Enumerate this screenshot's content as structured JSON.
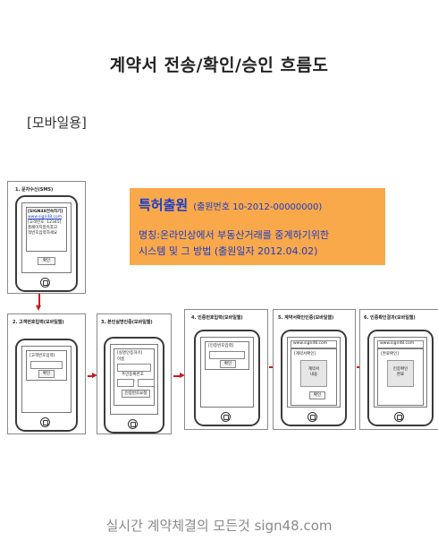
{
  "title": "계약서 전송/확인/승인 흐름도",
  "subtitle": "[모바일용]",
  "patent": {
    "label": "특허출원",
    "number": "(출원번호 10-2012-00000000)",
    "line1": "명칭:온라인상에서 부동산거래를 중계하기위한",
    "line2": "시스템 및 그 방법 (출원일자 2012.04.02)"
  },
  "steps": {
    "s1": {
      "label": "1. 문자수신(SMS)",
      "sms_lines": [
        "[SIGN48전속하기]",
        "www.sign48.com",
        "[고객번호: 12345]",
        "홈페이지접속후고",
        "객번호입력하세요"
      ],
      "button": "확인"
    },
    "s2": {
      "label": "2. 고객번호입력(모바일웹)",
      "box_title": "[고객번호입력]",
      "button": "확인"
    },
    "s3": {
      "label": "3. 본인실명인증(모바일웹)",
      "box_title": "[실명인증하기]",
      "name_label": "이름",
      "rrn_label": "주민등록번호",
      "rrn_dash": "-",
      "button": "인증번호요청"
    },
    "s4": {
      "label": "4. 인증번호입력(모바일웹)",
      "box_title": "[인증번호입력]",
      "button": "확인"
    },
    "s5": {
      "label": "5. 계약서확인인증(모바일웹)",
      "url": "www.sign48.com",
      "box_title": "[계약서확인]",
      "content": [
        "계약서",
        "내용"
      ],
      "button": "확인"
    },
    "s6": {
      "label": "6. 인증확인결과(모바일웹)",
      "url": "www.sign48.com",
      "box_title": "[완료확인]",
      "content": [
        "인증확인",
        "완료"
      ]
    }
  },
  "footer": "실시간 계약체결의 모든것 sign48.com",
  "colors": {
    "arrow": "#d01818",
    "patent_bg": "#f9a84a",
    "patent_text": "#1a3cc8"
  }
}
